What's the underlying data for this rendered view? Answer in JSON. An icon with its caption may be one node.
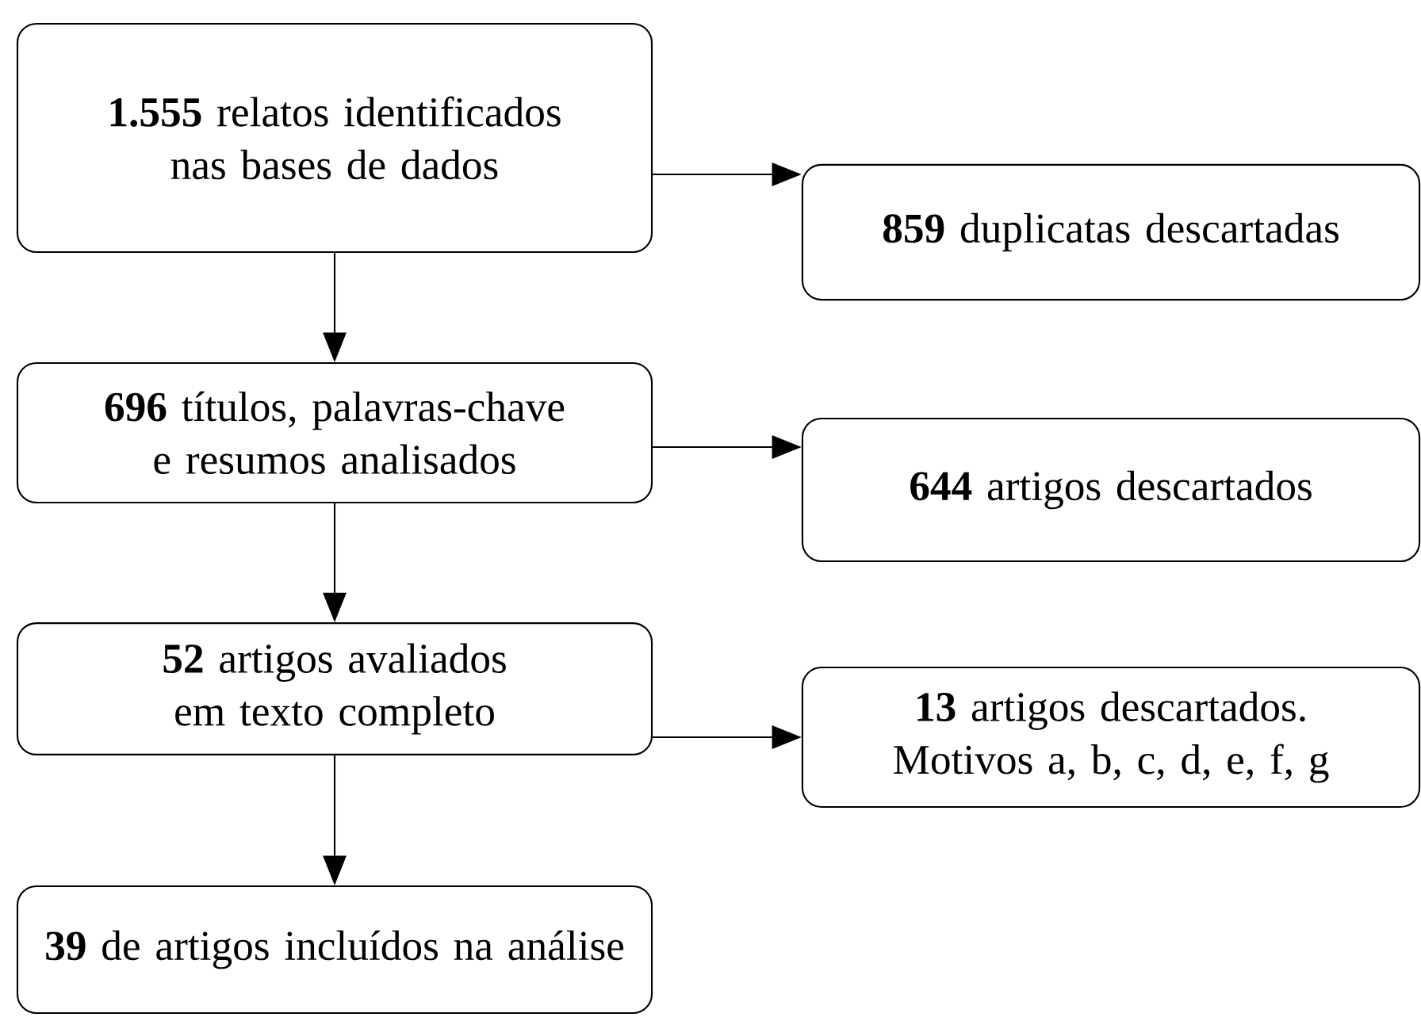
{
  "diagram": {
    "nodes": [
      {
        "text": [
          "**1.555** relatos identificados nas bases de dados"
        ]
      },
      {
        "text": [
          "**859** duplicatas descartadas"
        ]
      },
      {
        "text": [
          "**696** títulos, palavras-chave e resumos analisados"
        ]
      },
      {
        "text": [
          "**644** artigos descartados"
        ]
      },
      {
        "text": [
          "**52** artigos avaliados em texto completo"
        ]
      },
      {
        "text": [
          "**13** artigos descartados. Motivos a, b, c, d, e, f, g"
        ]
      },
      {
        "text": [
          "**39** de artigos incluídos na análise"
        ]
      }
    ],
    "edges": [
      {
        "from": 0,
        "to": 1,
        "arrow": "to"
      },
      {
        "from": 0,
        "to": 2,
        "arrow": "to"
      },
      {
        "from": 2,
        "to": 3,
        "arrow": "to"
      },
      {
        "from": 2,
        "to": 4,
        "arrow": "to"
      },
      {
        "from": 4,
        "to": 5,
        "arrow": "to"
      },
      {
        "from": 4,
        "to": 6,
        "arrow": "to"
      }
    ]
  }
}
